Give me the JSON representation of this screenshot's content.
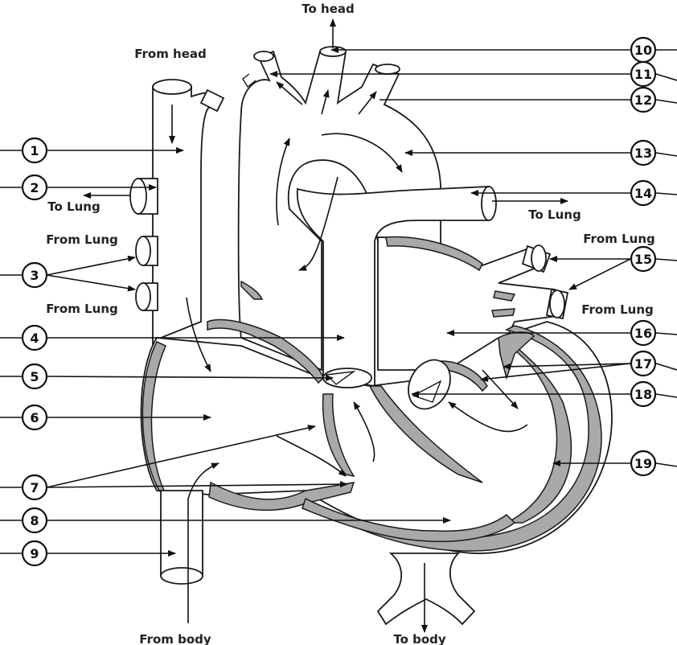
{
  "labels": {
    "to_head": "To head",
    "from_head": "From head",
    "to_lung_left": "To Lung",
    "to_lung_right": "To Lung",
    "from_lung_upper_left": "From Lung",
    "from_lung_lower_left": "From Lung",
    "from_lung_upper_right": "From Lung",
    "from_lung_lower_right": "From Lung",
    "from_body": "From body",
    "to_body": "To body"
  },
  "markers": [
    "1",
    "2",
    "3",
    "4",
    "5",
    "6",
    "7",
    "8",
    "9",
    "10",
    "11",
    "12",
    "13",
    "14",
    "15",
    "16",
    "17",
    "18",
    "19"
  ],
  "colors": {
    "wall_fill": "#a9a9a9",
    "outline": "#1a1a1a",
    "background": "#ffffff"
  }
}
